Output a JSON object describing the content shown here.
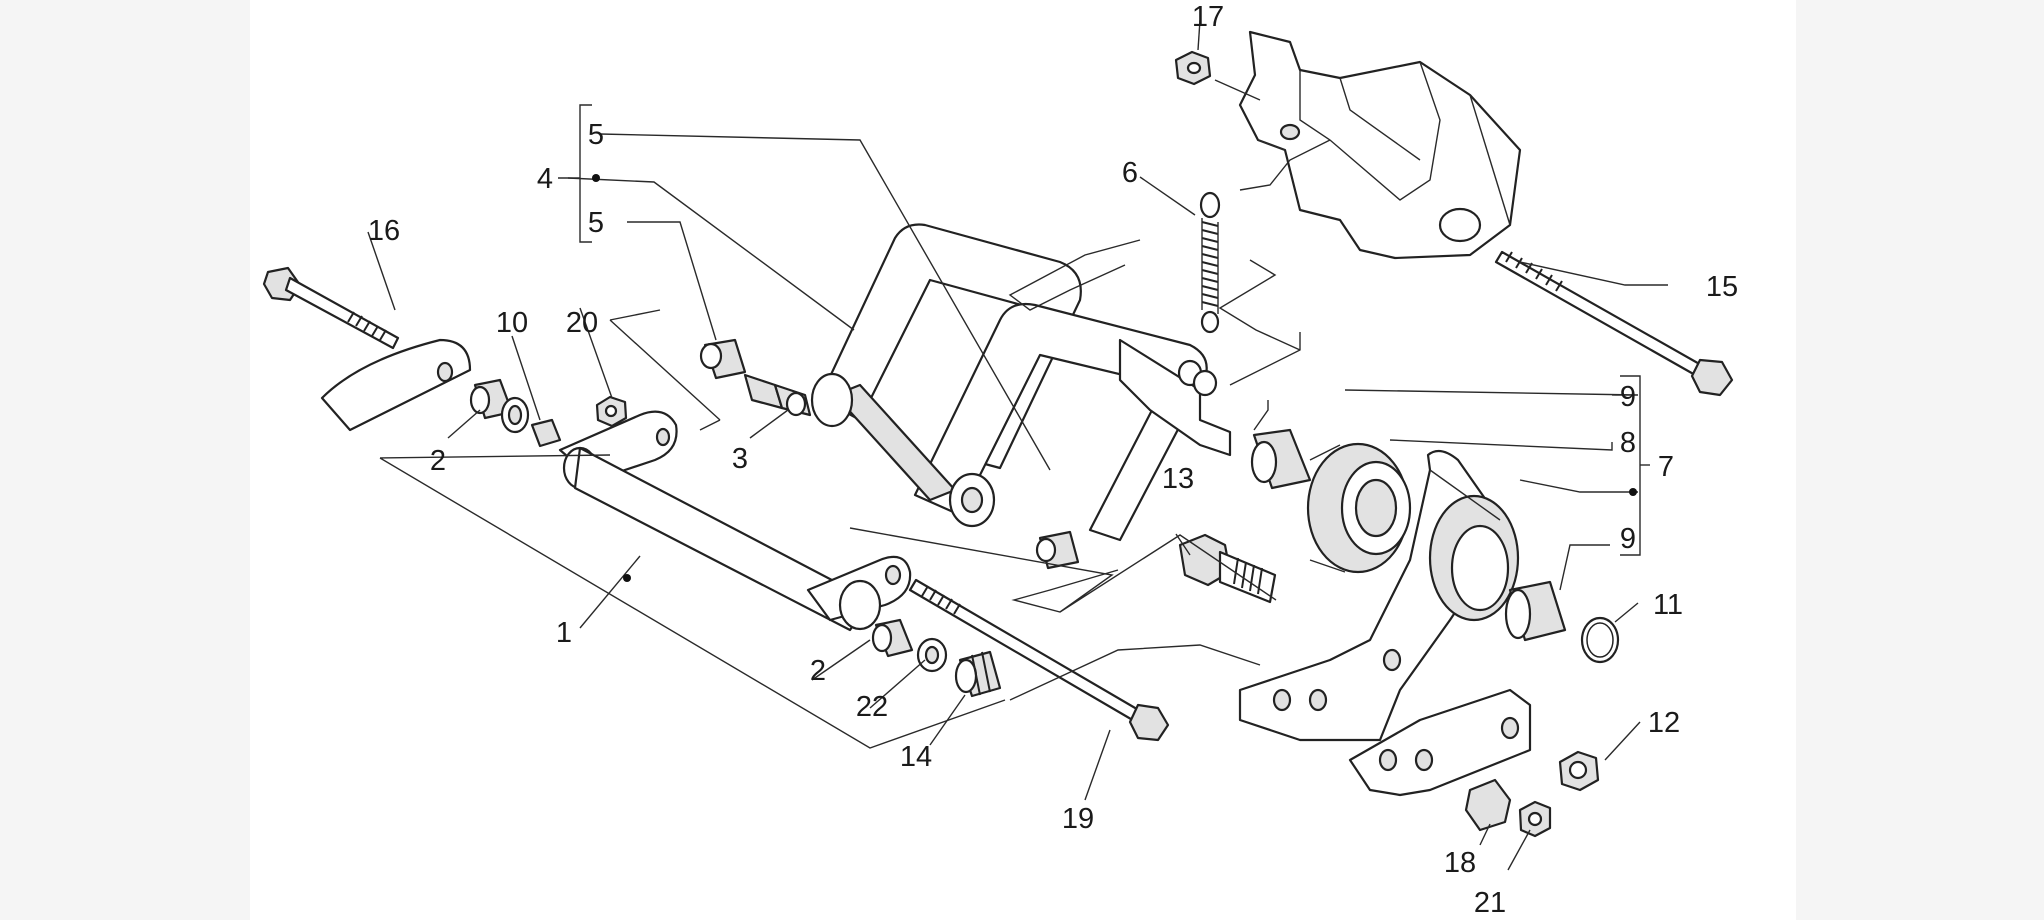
{
  "diagram": {
    "labels": {
      "p1": "1",
      "p2a": "2",
      "p2b": "2",
      "p3": "3",
      "p4": "4",
      "p5a": "5",
      "p5b": "5",
      "p6": "6",
      "p7": "7",
      "p8": "8",
      "p9a": "9",
      "p9b": "9",
      "p10": "10",
      "p11": "11",
      "p12": "12",
      "p13": "13",
      "p14": "14",
      "p15": "15",
      "p16": "16",
      "p17": "17",
      "p18": "18",
      "p19": "19",
      "p20": "20",
      "p21": "21",
      "p22": "22"
    },
    "colors": {
      "line": "#222222",
      "shade": "#e2e2e2",
      "frame_side": "#f5f5f5"
    }
  }
}
